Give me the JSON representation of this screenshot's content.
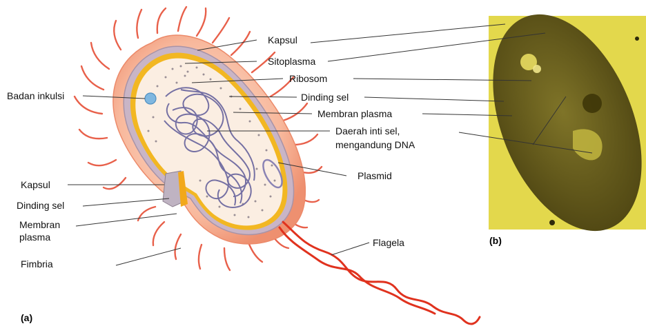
{
  "labels": {
    "kapsul_top": "Kapsul",
    "sitoplasma": "Sitoplasma",
    "ribosom": "Ribosom",
    "badan_inkulsi": "Badan inkulsi",
    "dinding_sel_right": "Dinding sel",
    "membran_plasma_right": "Membran plasma",
    "daerah_inti_line1": "Daerah inti sel,",
    "daerah_inti_line2": "mengandung DNA",
    "plasmid": "Plasmid",
    "kapsul_left": "Kapsul",
    "dinding_sel_left": "Dinding sel",
    "membran_line1": "Membran",
    "membran_line2": "plasma",
    "fimbria": "Fimbria",
    "flagela": "Flagela"
  },
  "panels": {
    "a": "(a)",
    "b": "(b)"
  },
  "colors": {
    "capsule": "#f6b49c",
    "fimbriae": "#e8604a",
    "wall": "#b8a3b8",
    "membrane": "#f2b722",
    "cytoplasm": "#fbeee2",
    "dna": "#6e6aa0",
    "flagellum": "#e0321e",
    "micrograph_bg": "#e3d84c",
    "micrograph_cell": "#6f6420"
  }
}
